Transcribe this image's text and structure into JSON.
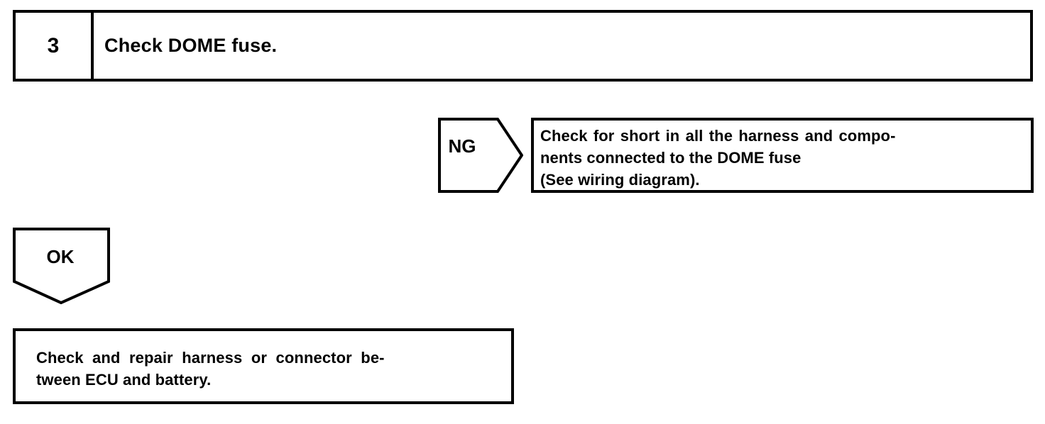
{
  "diagram": {
    "type": "automotive-diagnostic-flowchart",
    "ink_color": "#000000",
    "background_color": "#ffffff",
    "step": {
      "number": "3",
      "instruction": "Check DOME fuse."
    },
    "branches": [
      {
        "label": "NG",
        "direction": "right",
        "result_lines": [
          "Check for short in all the harness and compo-",
          "nents connected to the DOME fuse",
          "(See wiring diagram)."
        ]
      },
      {
        "label": "OK",
        "direction": "down",
        "result_lines": [
          "Check and repair harness or connector be-",
          "tween ECU and battery."
        ]
      }
    ]
  }
}
